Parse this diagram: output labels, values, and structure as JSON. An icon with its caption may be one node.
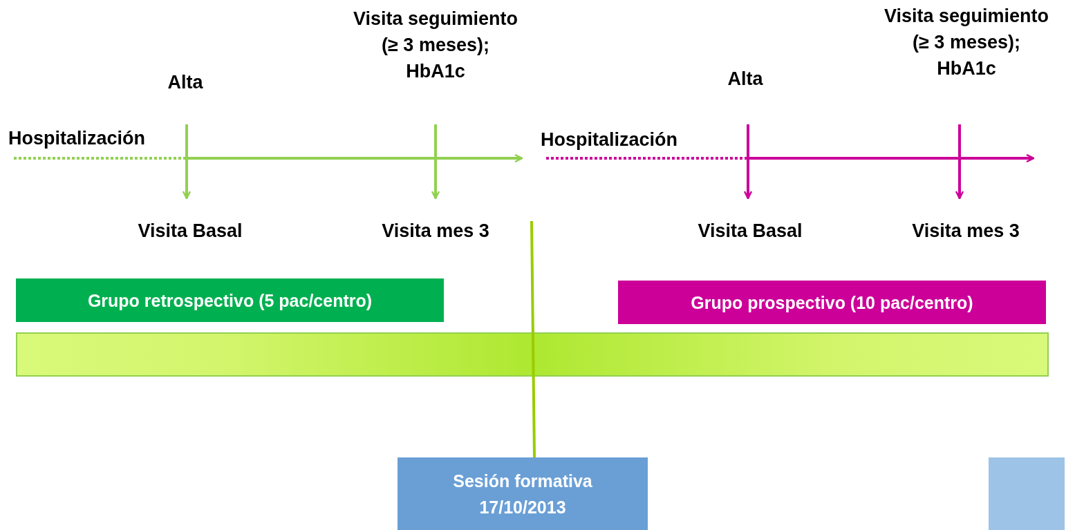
{
  "diagram": {
    "nodes": [
      {
        "text": [
          "Hospitalización"
        ]
      },
      {
        "text": [
          "Alta"
        ]
      },
      {
        "text": [
          "Visita seguimiento (≥ 3 meses); HbA1c"
        ]
      },
      {
        "text": [
          "Visita Basal"
        ]
      },
      {
        "text": [
          "Visita mes 3"
        ]
      },
      {
        "text": [
          "Hospitalización"
        ]
      },
      {
        "text": [
          "Alta"
        ]
      },
      {
        "text": [
          "Visita seguimiento (≥ 3 meses); HbA1c"
        ]
      },
      {
        "text": [
          "Visita Basal"
        ]
      },
      {
        "text": [
          "Visita mes 3"
        ]
      },
      {
        "text": [
          "Grupo retrospectivo (5 pac/centro)"
        ]
      },
      {
        "text": [
          "Grupo prospectivo (10 pac/centro)"
        ]
      },
      {
        "text": [],
        "shape": "bar"
      },
      {
        "text": [
          "Sesión formativa 17/10/2013"
        ]
      },
      {
        "text": [],
        "shape": "box"
      }
    ],
    "edges": [
      {
        "from": 0,
        "to": 5,
        "arrow": "to"
      },
      {
        "from": 1,
        "to": 3,
        "arrow": "to"
      },
      {
        "from": 2,
        "to": 4,
        "arrow": "to"
      },
      {
        "from": 5,
        "to": null,
        "arrow": "to",
        "color": "#cc0099"
      },
      {
        "from": 6,
        "to": 8,
        "arrow": "to",
        "color": "#cc0099"
      },
      {
        "from": 7,
        "to": 9,
        "arrow": "to",
        "color": "#cc0099"
      },
      {
        "from": 13,
        "to": null,
        "arrow": "none",
        "color": "#99cc00"
      }
    ]
  }
}
